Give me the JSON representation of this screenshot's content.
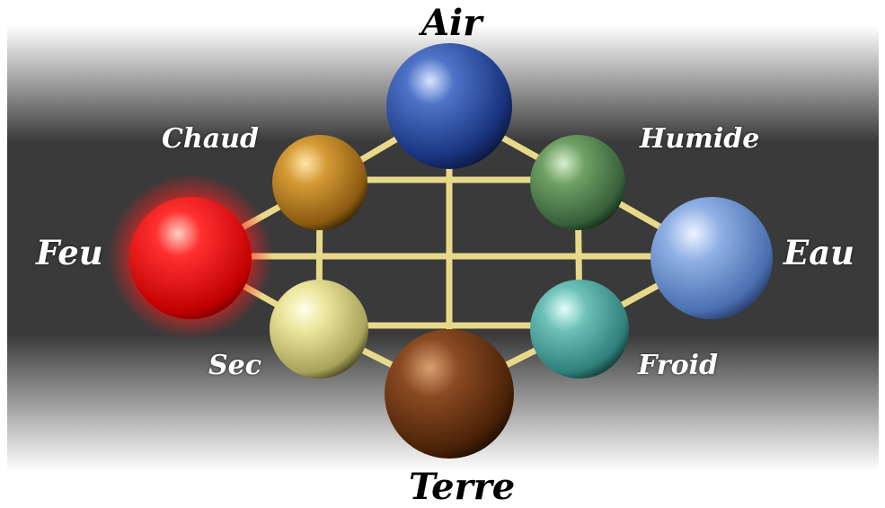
{
  "elements": {
    "air": {
      "label": "Air",
      "color": "#2f54a8"
    },
    "eau": {
      "label": "Eau",
      "color": "#6f9ad6"
    },
    "terre": {
      "label": "Terre",
      "color": "#6b3a1c"
    },
    "feu": {
      "label": "Feu",
      "color": "#e81010"
    }
  },
  "qualities": {
    "chaud": {
      "label": "Chaud",
      "color": "#c88a22"
    },
    "humide": {
      "label": "Humide",
      "color": "#5d8f55"
    },
    "froid": {
      "label": "Froid",
      "color": "#5fb3ab"
    },
    "sec": {
      "label": "Sec",
      "color": "#e4df90"
    }
  },
  "connector_color": "#e8d98a",
  "background_band_color": "#3a3a3a"
}
